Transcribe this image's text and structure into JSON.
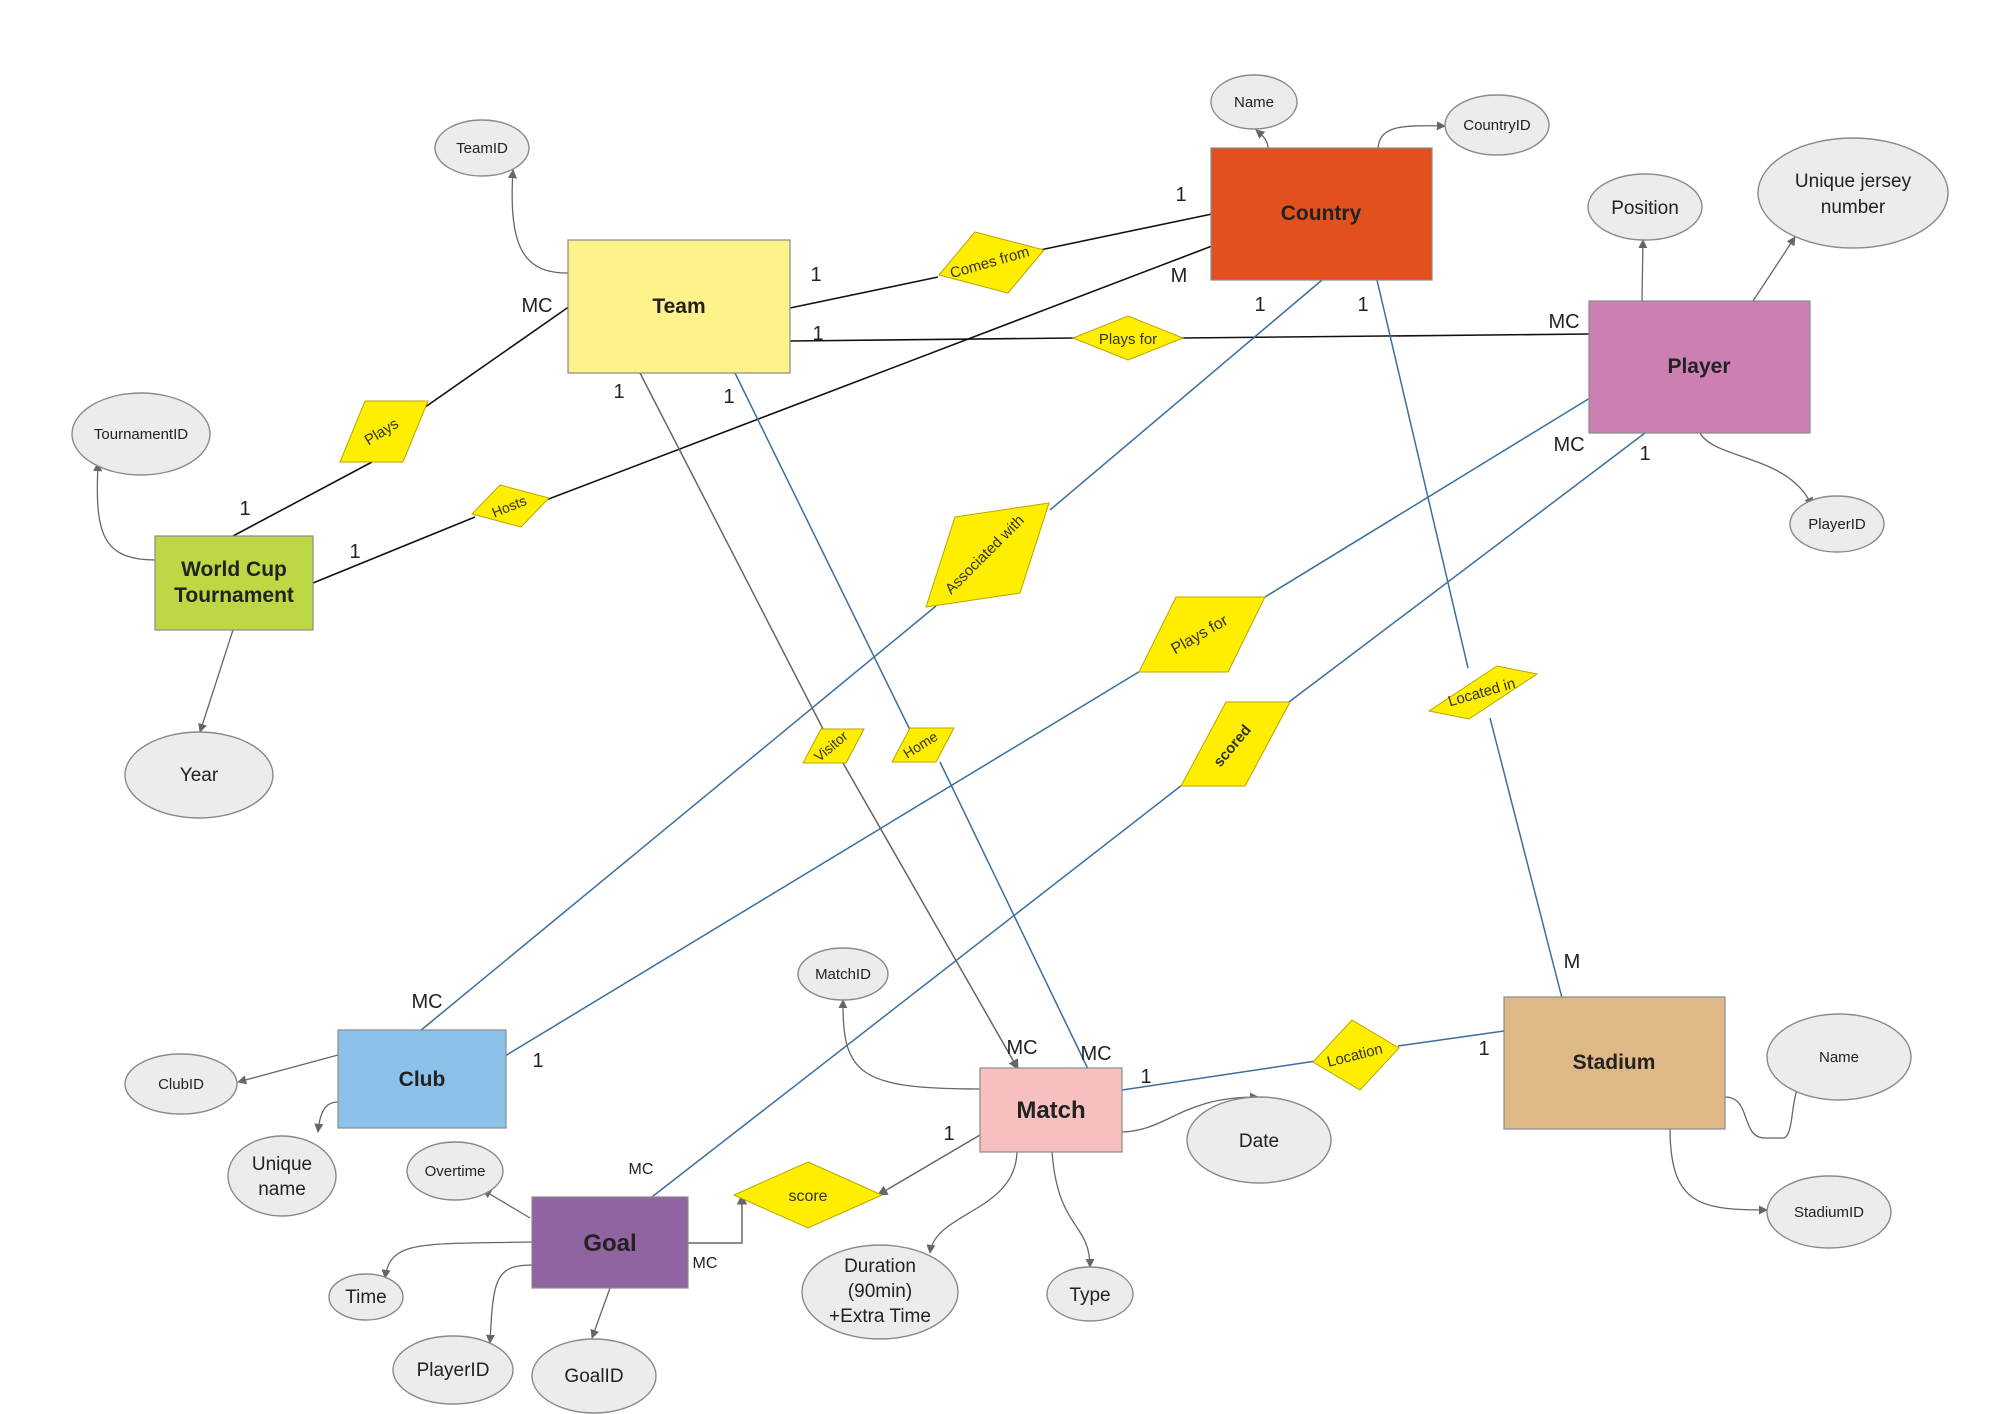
{
  "entities": {
    "team": "Team",
    "country": "Country",
    "player": "Player",
    "world_cup": [
      "World Cup",
      "Tournament"
    ],
    "club": "Club",
    "match": "Match",
    "stadium": "Stadium",
    "goal": "Goal"
  },
  "entity_colors": {
    "team": "#fdf38a",
    "country": "#e2501e",
    "player": "#cc7fb2",
    "world_cup": "#bcd844",
    "club": "#8cc1ea",
    "match": "#f6c0c0",
    "stadium": "#deb887",
    "goal": "#8f64a0"
  },
  "attributes": {
    "team_id": "TeamID",
    "country_name": "Name",
    "country_id": "CountryID",
    "position": "Position",
    "jersey": [
      "Unique jersey",
      "number"
    ],
    "tournament_id": "TournamentID",
    "year": "Year",
    "player_id_player": "PlayerID",
    "match_id": "MatchID",
    "stadium_name": "Name",
    "club_id": "ClubID",
    "club_name": [
      "Unique",
      "name"
    ],
    "overtime": "Overtime",
    "date": "Date",
    "time": "Time",
    "duration": [
      "Duration",
      "(90min)",
      "+Extra Time"
    ],
    "type": "Type",
    "stadium_id": "StadiumID",
    "goal_player_id": "PlayerID",
    "goal_id": "GoalID"
  },
  "relationships": {
    "comes_from": "Comes from",
    "plays_for_team": "Plays for",
    "plays": "Plays",
    "hosts": "Hosts",
    "associated_with": "Associated with",
    "plays_for_club": "Plays for",
    "scored": "scored",
    "located_in": "Located in",
    "visitor": "Visitor",
    "home": "Home",
    "location": "Location",
    "score": "score"
  },
  "cardinalities": {
    "team_comes_from": "1",
    "country_comes_from": "1",
    "country_hosts": "M",
    "team_plays_for": "1",
    "player_plays_for_team": "MC",
    "team_plays": "MC",
    "wc_plays": "1",
    "wc_hosts": "1",
    "country_associated": "1",
    "country_located": "1",
    "team_visitor": "1",
    "team_home": "1",
    "player_plays_for_club": "MC",
    "player_scored": "1",
    "club_associated": "MC",
    "club_plays_for": "1",
    "stadium_located": "M",
    "match_visitor": "MC",
    "match_home": "MC",
    "match_location": "1",
    "stadium_location": "1",
    "match_score": "1",
    "goal_scored": "MC",
    "goal_score": "MC"
  }
}
